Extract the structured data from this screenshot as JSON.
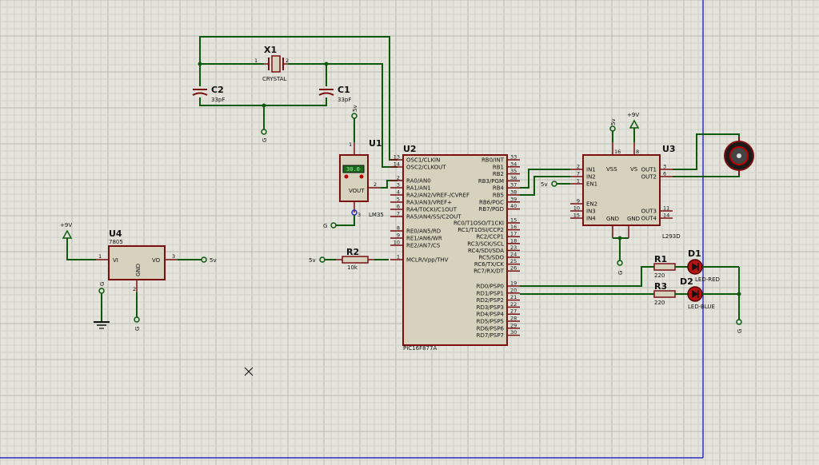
{
  "schematic": {
    "components": {
      "x1": {
        "ref": "X1",
        "value": "CRYSTAL",
        "pins": [
          "1",
          "2"
        ]
      },
      "c1": {
        "ref": "C1",
        "value": "33pF"
      },
      "c2": {
        "ref": "C2",
        "value": "33pF"
      },
      "u1": {
        "ref": "U1",
        "value": "LM35",
        "display": "30.0",
        "pin_label": "VOUT",
        "pins": [
          "1",
          "2",
          "3"
        ]
      },
      "u2": {
        "ref": "U2",
        "value": "PIC16F877A",
        "left_pins": [
          {
            "num": "13",
            "name": "OSC1/CLKIN"
          },
          {
            "num": "14",
            "name": "OSC2/CLKOUT"
          },
          {
            "num": "2",
            "name": "RA0/AN0"
          },
          {
            "num": "3",
            "name": "RA1/AN1"
          },
          {
            "num": "4",
            "name": "RA2/AN2/VREF-/CVREF"
          },
          {
            "num": "5",
            "name": "RA3/AN3/VREF+"
          },
          {
            "num": "6",
            "name": "RA4/T0CKI/C1OUT"
          },
          {
            "num": "7",
            "name": "RA5/AN4/SS/C2OUT"
          },
          {
            "num": "8",
            "name": "RE0/AN5/RD"
          },
          {
            "num": "9",
            "name": "RE1/AN6/WR"
          },
          {
            "num": "10",
            "name": "RE2/AN7/CS"
          },
          {
            "num": "1",
            "name": "MCLR/Vpp/THV"
          }
        ],
        "right_pins": [
          {
            "num": "33",
            "name": "RB0/INT"
          },
          {
            "num": "34",
            "name": "RB1"
          },
          {
            "num": "35",
            "name": "RB2"
          },
          {
            "num": "36",
            "name": "RB3/PGM"
          },
          {
            "num": "37",
            "name": "RB4"
          },
          {
            "num": "38",
            "name": "RB5"
          },
          {
            "num": "39",
            "name": "RB6/PGC"
          },
          {
            "num": "40",
            "name": "RB7/PGD"
          },
          {
            "num": "15",
            "name": "RC0/T1OSO/T1CKI"
          },
          {
            "num": "16",
            "name": "RC1/T1OSI/CCP2"
          },
          {
            "num": "17",
            "name": "RC2/CCP1"
          },
          {
            "num": "18",
            "name": "RC3/SCK/SCL"
          },
          {
            "num": "23",
            "name": "RC4/SDI/SDA"
          },
          {
            "num": "24",
            "name": "RC5/SDO"
          },
          {
            "num": "25",
            "name": "RC6/TX/CK"
          },
          {
            "num": "26",
            "name": "RC7/RX/DT"
          },
          {
            "num": "19",
            "name": "RD0/PSP0"
          },
          {
            "num": "20",
            "name": "RD1/PSP1"
          },
          {
            "num": "21",
            "name": "RD2/PSP2"
          },
          {
            "num": "22",
            "name": "RD3/PSP3"
          },
          {
            "num": "27",
            "name": "RD4/PSP4"
          },
          {
            "num": "28",
            "name": "RD5/PSP5"
          },
          {
            "num": "29",
            "name": "RD6/PSP6"
          },
          {
            "num": "30",
            "name": "RD7/PSP7"
          }
        ]
      },
      "u3": {
        "ref": "U3",
        "value": "L293D",
        "left_pins": [
          {
            "num": "2",
            "name": "IN1"
          },
          {
            "num": "7",
            "name": "IN2"
          },
          {
            "num": "1",
            "name": "EN1"
          },
          {
            "num": "9",
            "name": "EN2"
          },
          {
            "num": "10",
            "name": "IN3"
          },
          {
            "num": "15",
            "name": "IN4"
          }
        ],
        "right_pins": [
          {
            "num": "3",
            "name": "OUT1"
          },
          {
            "num": "6",
            "name": "OUT2"
          },
          {
            "num": "11",
            "name": "OUT3"
          },
          {
            "num": "14",
            "name": "OUT4"
          }
        ],
        "top_pins": [
          {
            "num": "16",
            "name": "VSS"
          },
          {
            "num": "8",
            "name": "VS"
          }
        ],
        "bottom_pins": [
          {
            "name": "GND"
          },
          {
            "name": "GND"
          }
        ]
      },
      "u4": {
        "ref": "U4",
        "value": "7805",
        "vi": "VI",
        "vo": "VO",
        "gnd": "GND",
        "pins": [
          "1",
          "2",
          "3"
        ]
      },
      "r1": {
        "ref": "R1",
        "value": "220"
      },
      "r2": {
        "ref": "R2",
        "value": "10k"
      },
      "r3": {
        "ref": "R3",
        "value": "220"
      },
      "d1": {
        "ref": "D1",
        "value": "LED-RED"
      },
      "d2": {
        "ref": "D2",
        "value": "LED-BLUE"
      }
    },
    "nets": {
      "v5": "5v",
      "v9": "+9V",
      "gnd": "G"
    },
    "colors": {
      "background": "#e4e4dc",
      "wire": "#0d5a0d",
      "component": "#7a1010",
      "body": "#d6d2bd",
      "grid": "#cfd0c8",
      "border": "#2d2dc8"
    }
  }
}
